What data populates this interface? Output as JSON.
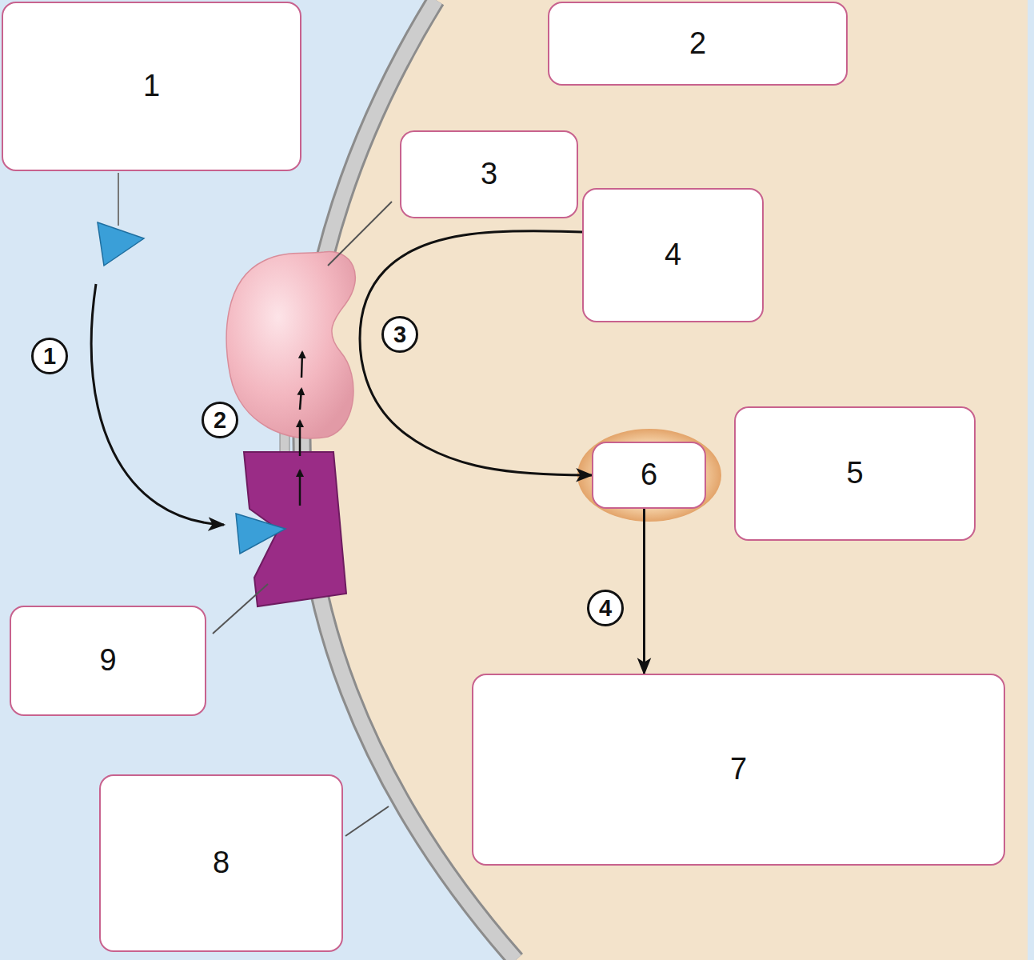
{
  "diagram": {
    "nodes": [
      {
        "text": [
          "1"
        ]
      },
      {
        "text": [
          "2"
        ]
      },
      {
        "text": [
          "3"
        ]
      },
      {
        "text": [
          "4"
        ]
      },
      {
        "text": [
          "5"
        ]
      },
      {
        "text": [
          "6"
        ]
      },
      {
        "text": [
          "7"
        ]
      },
      {
        "text": [
          "8"
        ]
      },
      {
        "text": [
          "9"
        ]
      }
    ],
    "edges": [
      {
        "from": 3,
        "to": 5,
        "arrow": "to"
      },
      {
        "from": 5,
        "to": 6,
        "arrow": "to"
      }
    ],
    "labels": [
      "1",
      "2",
      "3",
      "4"
    ]
  }
}
